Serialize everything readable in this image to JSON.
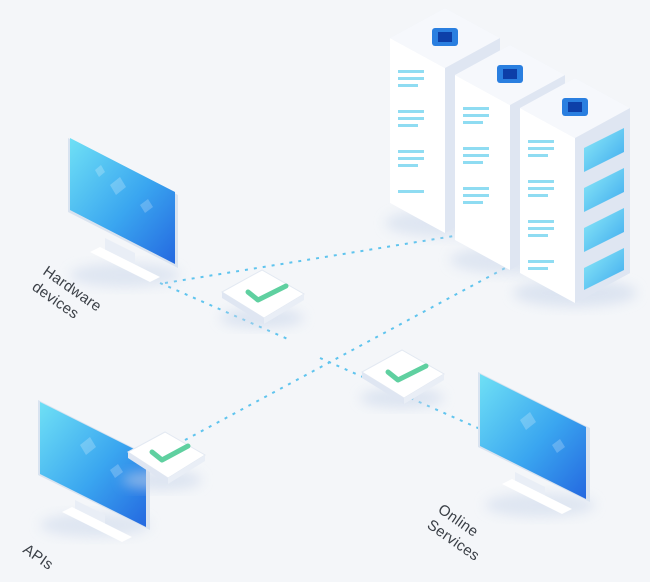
{
  "labels": {
    "hardware": "Hardware\ndevices",
    "apis": "APIs",
    "online": "Online\nServices"
  },
  "colors": {
    "background": "#f4f6f9",
    "connector": "#5fc4ee",
    "accent_blue": "#2a7fe0",
    "check_green": "#5fd0a0",
    "server_body": "#ffffff",
    "server_side": "#dfe6f2"
  },
  "icons": {
    "monitor": "monitor-icon",
    "server": "server-rack-icon",
    "check": "check-tile-icon"
  }
}
